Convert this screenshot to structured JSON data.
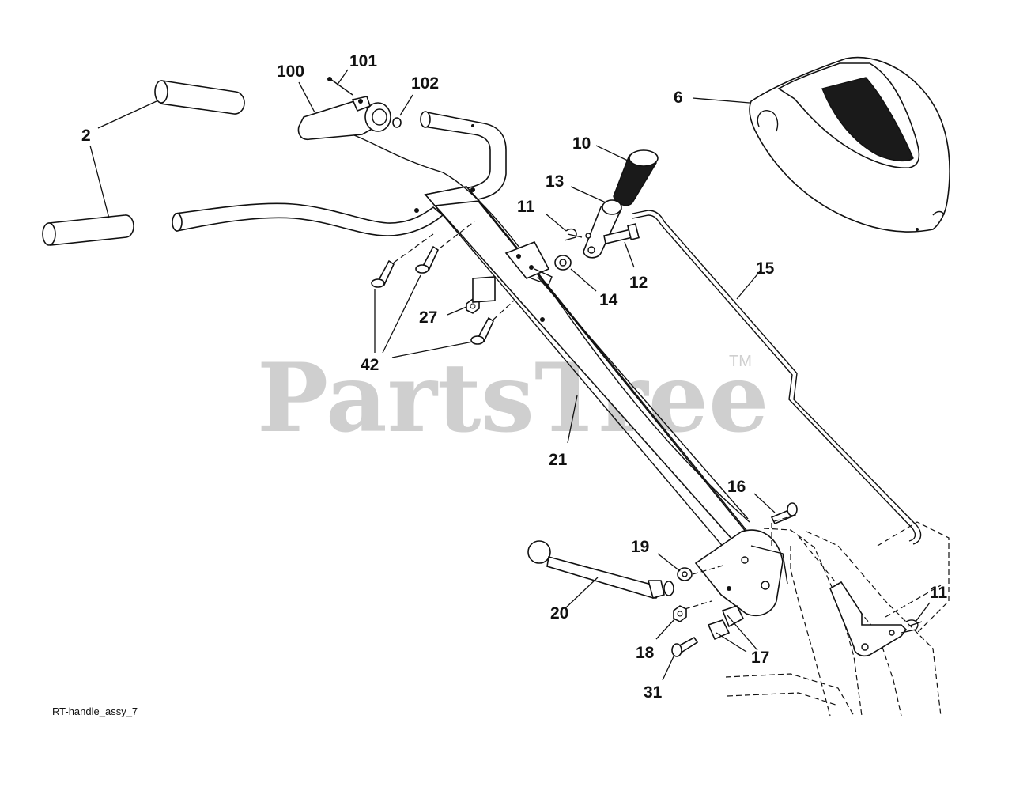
{
  "watermark": {
    "text": "PartsTree",
    "trademark": "TM"
  },
  "caption": "RT-handle_assy_7",
  "callouts": {
    "c2": "2",
    "c100": "100",
    "c101": "101",
    "c102": "102",
    "c6": "6",
    "c10": "10",
    "c13": "13",
    "c11a": "11",
    "c12": "12",
    "c14": "14",
    "c15": "15",
    "c27": "27",
    "c42": "42",
    "c21": "21",
    "c16": "16",
    "c19": "19",
    "c20": "20",
    "c18": "18",
    "c17": "17",
    "c31": "31",
    "c11b": "11"
  }
}
